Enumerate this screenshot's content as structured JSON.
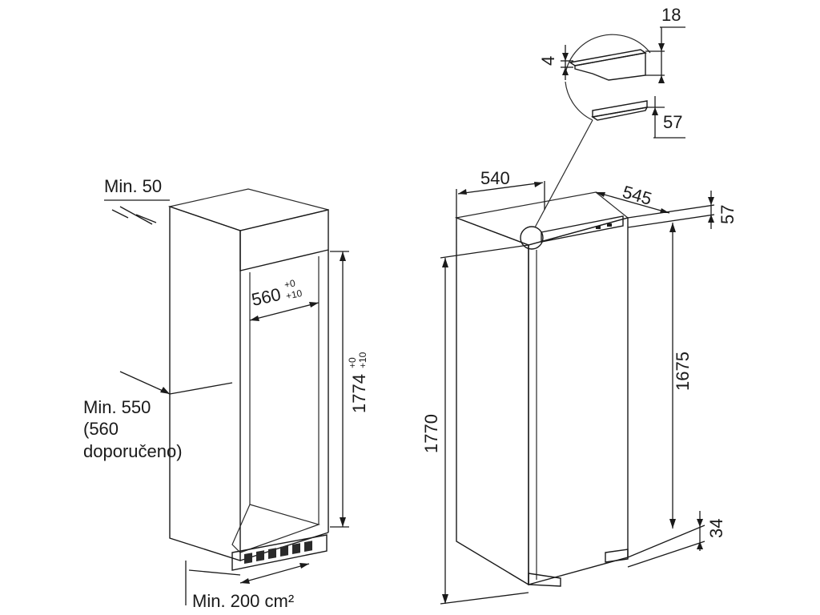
{
  "niche": {
    "min_top_gap": "Min. 50",
    "width": "560",
    "width_tol_upper": "+0",
    "width_tol_lower": "+10",
    "height": "1774",
    "height_tol_upper": "+0",
    "height_tol_lower": "+10",
    "min_depth": "Min. 550",
    "recommended_line1": "(560",
    "recommended_line2": "doporučeno)",
    "min_vent": "Min. 200 cm²"
  },
  "appliance": {
    "width": "540",
    "depth": "545",
    "top_offset": "57",
    "door_height": "1675",
    "bottom_offset": "34",
    "total_height": "1770"
  },
  "detail": {
    "top_thickness": "18",
    "gap": "4",
    "hinge_offset": "57"
  }
}
